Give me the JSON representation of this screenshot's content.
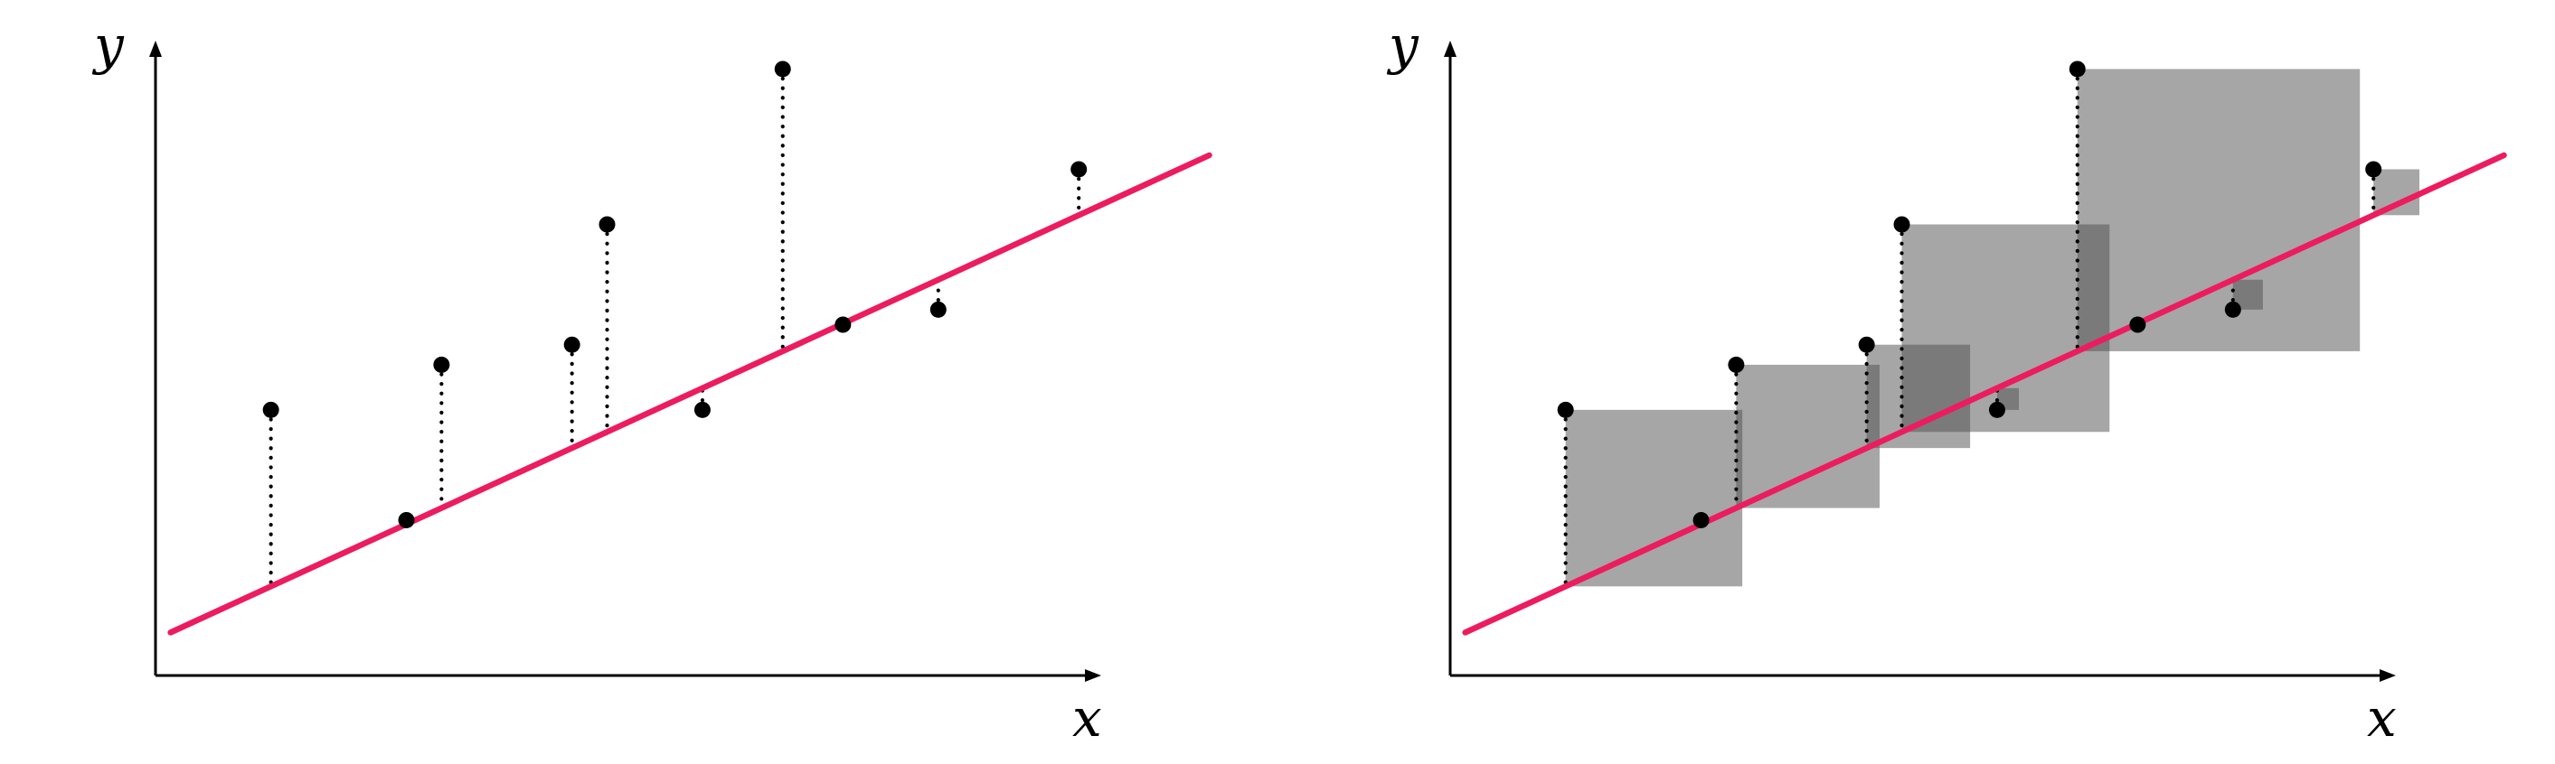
{
  "panels": [
    {
      "id": "residuals",
      "x_axis_label": "x",
      "y_axis_label": "y",
      "show_squares": false
    },
    {
      "id": "squared-residuals",
      "x_axis_label": "x",
      "y_axis_label": "y",
      "show_squares": true
    }
  ],
  "chart_data": {
    "type": "scatter",
    "fit_line": {
      "slope": 0.46,
      "intercept": 0.36
    },
    "points": [
      {
        "x": 1.15,
        "y": 2.65
      },
      {
        "x": 2.5,
        "y": 1.55
      },
      {
        "x": 2.85,
        "y": 3.1
      },
      {
        "x": 4.15,
        "y": 3.3
      },
      {
        "x": 4.5,
        "y": 4.5
      },
      {
        "x": 5.45,
        "y": 2.65
      },
      {
        "x": 6.25,
        "y": 6.05
      },
      {
        "x": 6.85,
        "y": 3.5
      },
      {
        "x": 7.8,
        "y": 3.65
      },
      {
        "x": 9.2,
        "y": 5.05
      }
    ],
    "xlim": [
      0,
      10
    ],
    "ylim": [
      0,
      7
    ],
    "colors": {
      "fit_line": "#ec1c5e",
      "points": "#000000",
      "squares": "#4d4d4d"
    }
  }
}
